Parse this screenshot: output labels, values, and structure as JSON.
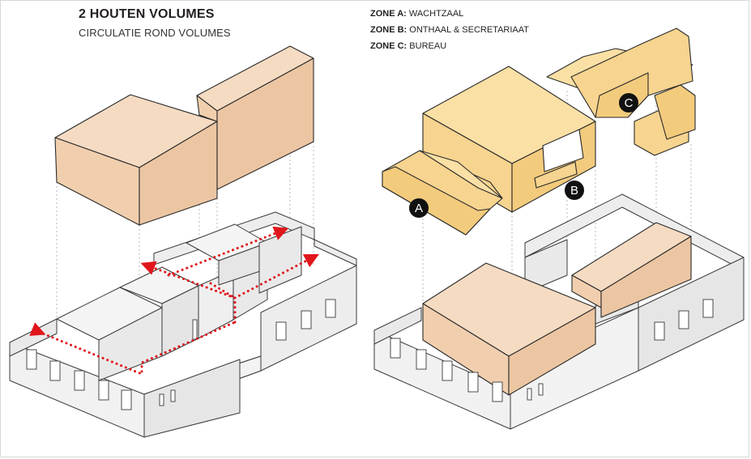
{
  "header": {
    "title": "2 HOUTEN VOLUMES",
    "subtitle": "CIRCULATIE ROND VOLUMES"
  },
  "legend": {
    "items": [
      {
        "key": "ZONE A:",
        "label": "WACHTZAAL"
      },
      {
        "key": "ZONE B:",
        "label": "ONTHAAL & SECRETARIAAT"
      },
      {
        "key": "ZONE C:",
        "label": "BUREAU"
      }
    ]
  },
  "callouts": {
    "a": "A",
    "b": "B",
    "c": "C"
  },
  "colors": {
    "wood_volume": "#f3d3b6",
    "zone_yellow": "#f5cf85",
    "walls": "#ededed",
    "circulation_arrows": "#e0161b",
    "callout_fill": "#111111"
  }
}
